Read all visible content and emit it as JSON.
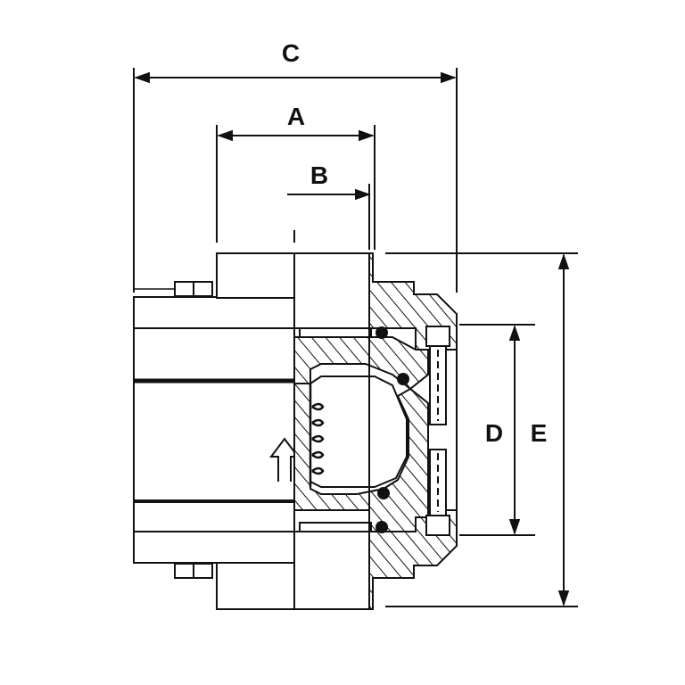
{
  "drawing": {
    "labels": {
      "a": "A",
      "b": "B",
      "c": "C",
      "d": "D",
      "e": "E"
    },
    "colors": {
      "line": "#111111",
      "background": "#ffffff"
    }
  }
}
